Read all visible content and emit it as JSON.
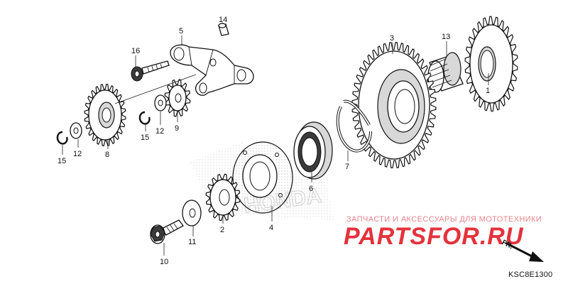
{
  "diagram": {
    "watermark_caption": "ЗАПЧАСТИ И АКСЕССУАРЫ ДЛЯ МОТОТЕХНИКИ",
    "watermark_brand": "PARTSFOR.RU",
    "figure_code": "KSC8E1300",
    "direction_label": "FR.",
    "parts": [
      {
        "id": "1",
        "label": "1",
        "name": "gear"
      },
      {
        "id": "2",
        "label": "2",
        "name": "small-gear"
      },
      {
        "id": "3",
        "label": "3",
        "name": "starter-driven-gear"
      },
      {
        "id": "4",
        "label": "4",
        "name": "one-way-clutch-outer"
      },
      {
        "id": "5",
        "label": "5",
        "name": "arm"
      },
      {
        "id": "6",
        "label": "6",
        "name": "one-way-clutch"
      },
      {
        "id": "7",
        "label": "7",
        "name": "snap-ring"
      },
      {
        "id": "8",
        "label": "8",
        "name": "idle-gear"
      },
      {
        "id": "9",
        "label": "9",
        "name": "small-idle-gear"
      },
      {
        "id": "10",
        "label": "10",
        "name": "flange-bolt"
      },
      {
        "id": "11",
        "label": "11",
        "name": "washer-large"
      },
      {
        "id": "12a",
        "label": "12",
        "name": "washer-a"
      },
      {
        "id": "12b",
        "label": "12",
        "name": "washer-b"
      },
      {
        "id": "13",
        "label": "13",
        "name": "needle-bearing"
      },
      {
        "id": "14",
        "label": "14",
        "name": "dowel-pin"
      },
      {
        "id": "15a",
        "label": "15",
        "name": "circlip-a"
      },
      {
        "id": "15b",
        "label": "15",
        "name": "circlip-b"
      },
      {
        "id": "16",
        "label": "16",
        "name": "bolt"
      }
    ]
  }
}
